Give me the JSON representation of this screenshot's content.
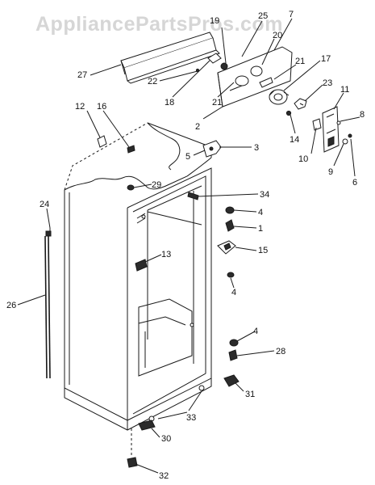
{
  "watermark": "AppliancePartsPros.com",
  "callouts": [
    {
      "label": "27"
    },
    {
      "label": "22"
    },
    {
      "label": "18"
    },
    {
      "label": "19"
    },
    {
      "label": "25"
    },
    {
      "label": "7"
    },
    {
      "label": "20"
    },
    {
      "label": "21"
    },
    {
      "label": "21"
    },
    {
      "label": "2"
    },
    {
      "label": "17"
    },
    {
      "label": "23"
    },
    {
      "label": "14"
    },
    {
      "label": "11"
    },
    {
      "label": "8"
    },
    {
      "label": "10"
    },
    {
      "label": "9"
    },
    {
      "label": "6"
    },
    {
      "label": "12"
    },
    {
      "label": "16"
    },
    {
      "label": "5"
    },
    {
      "label": "3"
    },
    {
      "label": "29"
    },
    {
      "label": "34"
    },
    {
      "label": "4"
    },
    {
      "label": "1"
    },
    {
      "label": "24"
    },
    {
      "label": "15"
    },
    {
      "label": "13"
    },
    {
      "label": "4"
    },
    {
      "label": "26"
    },
    {
      "label": "4"
    },
    {
      "label": "28"
    },
    {
      "label": "31"
    },
    {
      "label": "33"
    },
    {
      "label": "30"
    },
    {
      "label": "32"
    }
  ]
}
